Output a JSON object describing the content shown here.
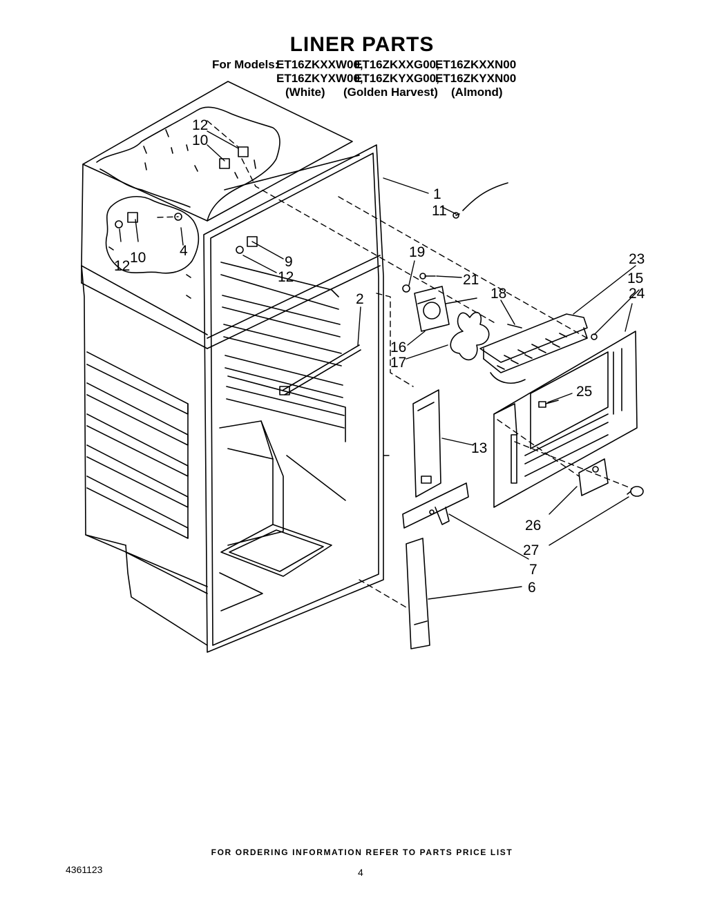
{
  "title": "LINER PARTS",
  "models": {
    "prefix": "For Models:",
    "row1": [
      "ET16ZKXXW00,",
      "ET16ZKXXG00,",
      "ET16ZKXXN00"
    ],
    "row2": [
      "ET16ZKYXW00,",
      "ET16ZKYXG00,",
      "ET16ZKYXN00"
    ],
    "colors": [
      "(White)",
      "(Golden Harvest)",
      "(Almond)"
    ]
  },
  "callouts": [
    "12",
    "10",
    "4",
    "12",
    "10",
    "9",
    "12",
    "2",
    "1",
    "11",
    "19",
    "21",
    "18",
    "16",
    "17",
    "23",
    "15",
    "24",
    "25",
    "13",
    "26",
    "27",
    "7",
    "6"
  ],
  "footer": {
    "ordering_note": "FOR ORDERING INFORMATION REFER TO PARTS PRICE LIST",
    "doc_number": "4361123",
    "page_number": "4"
  }
}
